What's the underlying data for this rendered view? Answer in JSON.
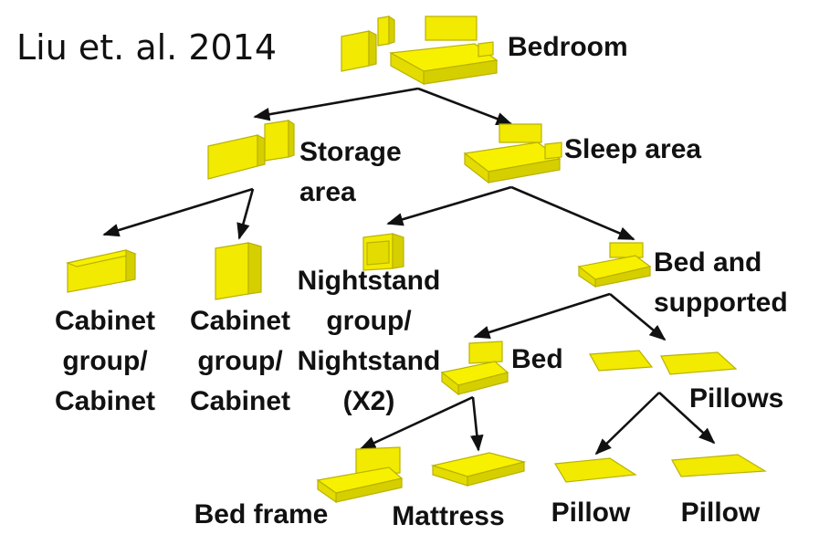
{
  "citation": "Liu et. al. 2014",
  "colors": {
    "object_fill": "#f2ea00",
    "object_edge": "#b9b200",
    "arrow": "#111111"
  },
  "nodes": {
    "bedroom": "Bedroom",
    "storage_area": "Storage\narea",
    "sleep_area": "Sleep area",
    "cabinet_group_1": "Cabinet\ngroup/\nCabinet",
    "cabinet_group_2": "Cabinet\ngroup/\nCabinet",
    "nightstand": "Nightstand\ngroup/\nNightstand\n(X2)",
    "bed_and_supported": "Bed and\nsupported",
    "bed": "Bed",
    "pillows": "Pillows",
    "bed_frame": "Bed frame",
    "mattress": "Mattress",
    "pillow_1": "Pillow",
    "pillow_2": "Pillow"
  }
}
